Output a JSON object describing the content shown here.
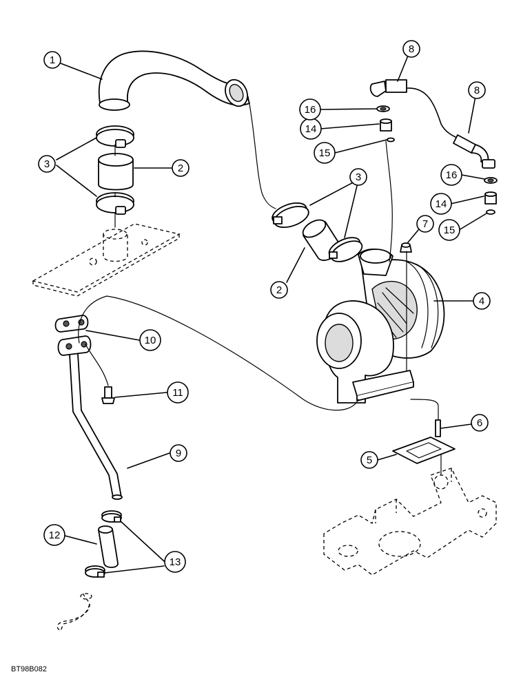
{
  "figure_code": "BT98B082",
  "callouts": [
    {
      "id": "c1",
      "label": "1"
    },
    {
      "id": "c2a",
      "label": "2"
    },
    {
      "id": "c2b",
      "label": "2"
    },
    {
      "id": "c3a",
      "label": "3"
    },
    {
      "id": "c3b",
      "label": "3"
    },
    {
      "id": "c4",
      "label": "4"
    },
    {
      "id": "c5",
      "label": "5"
    },
    {
      "id": "c6",
      "label": "6"
    },
    {
      "id": "c7",
      "label": "7"
    },
    {
      "id": "c8a",
      "label": "8"
    },
    {
      "id": "c8b",
      "label": "8"
    },
    {
      "id": "c9",
      "label": "9"
    },
    {
      "id": "c10",
      "label": "10"
    },
    {
      "id": "c11",
      "label": "11"
    },
    {
      "id": "c12",
      "label": "12"
    },
    {
      "id": "c13",
      "label": "13"
    },
    {
      "id": "c14a",
      "label": "14"
    },
    {
      "id": "c14b",
      "label": "14"
    },
    {
      "id": "c15a",
      "label": "15"
    },
    {
      "id": "c15b",
      "label": "15"
    },
    {
      "id": "c16a",
      "label": "16"
    },
    {
      "id": "c16b",
      "label": "16"
    }
  ]
}
